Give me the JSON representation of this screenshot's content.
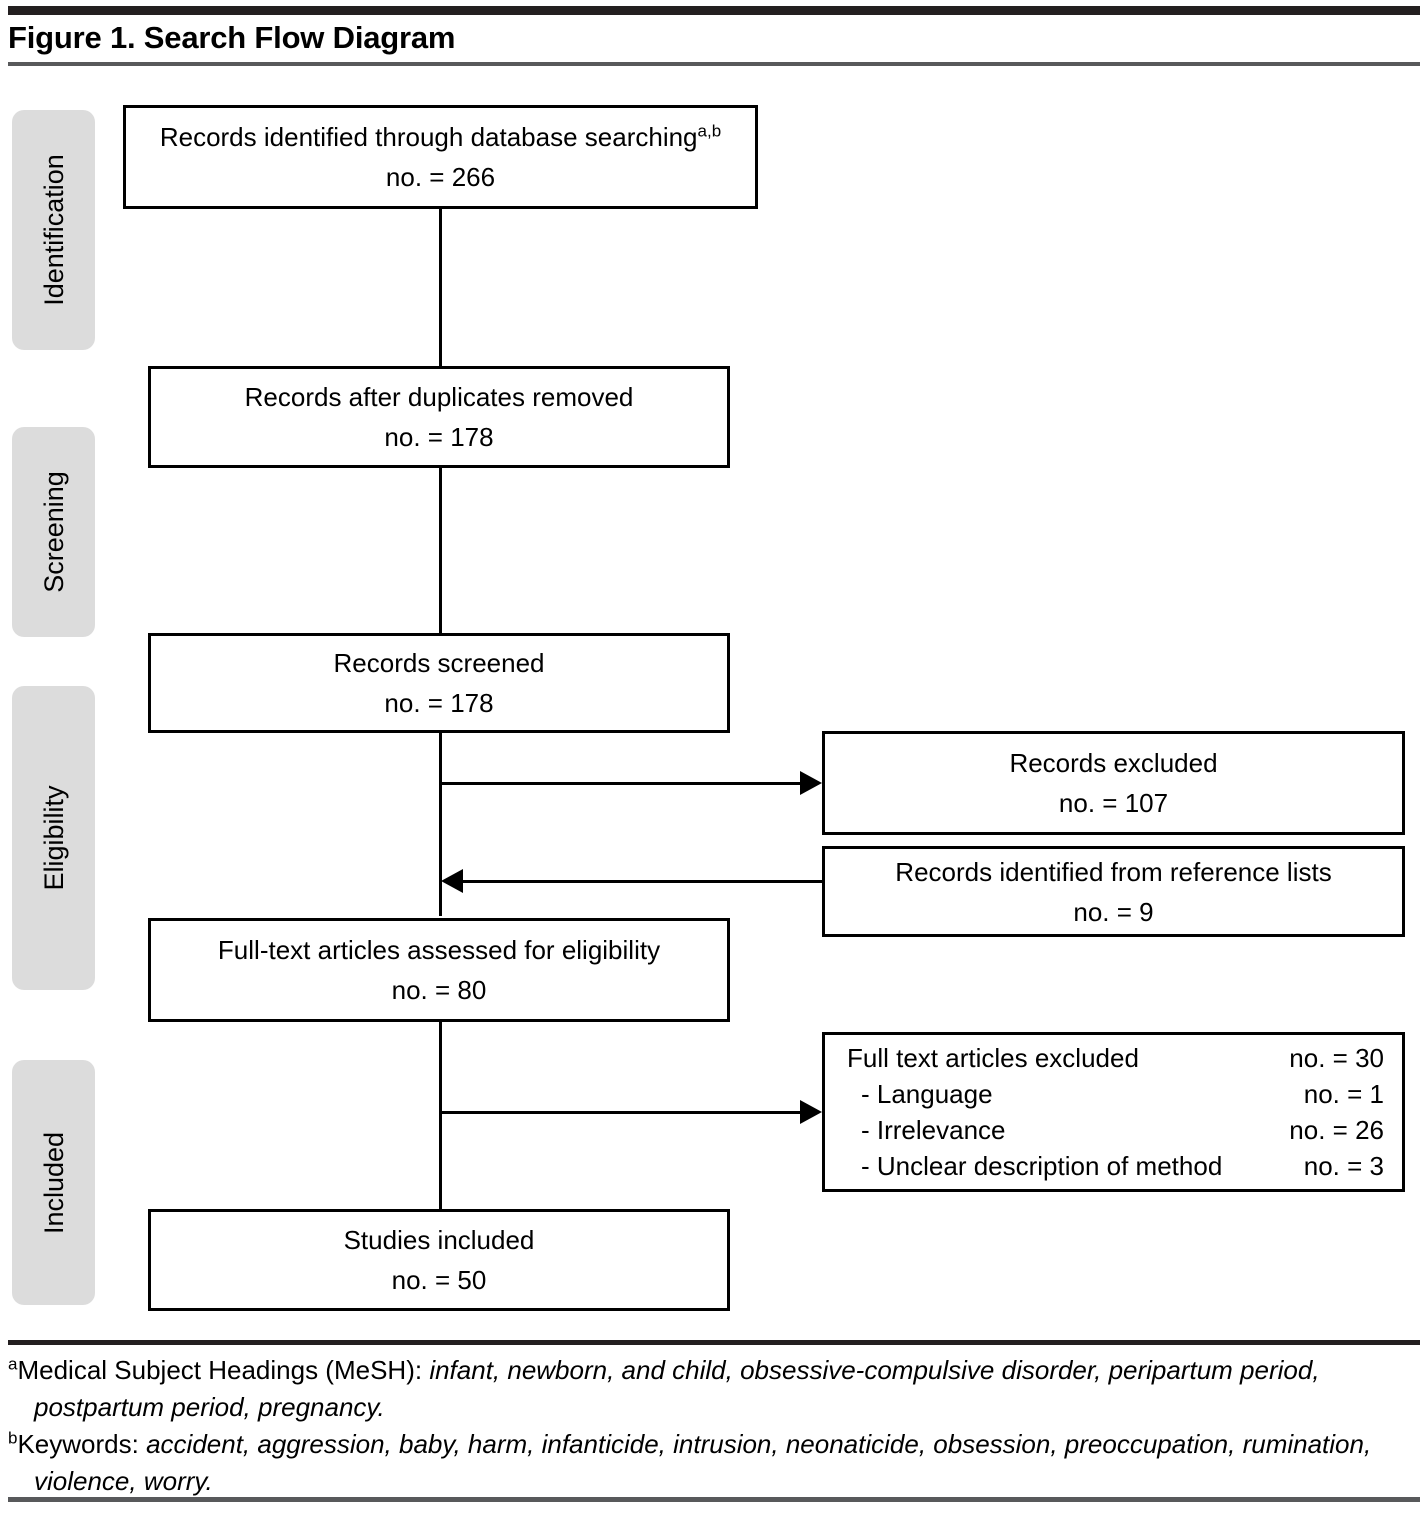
{
  "figure": {
    "title": "Figure 1. Search Flow Diagram"
  },
  "stages": [
    {
      "id": "identification",
      "label": "Identification"
    },
    {
      "id": "screening",
      "label": "Screening"
    },
    {
      "id": "eligibility",
      "label": "Eligibility"
    },
    {
      "id": "included",
      "label": "Included"
    }
  ],
  "flow": {
    "identified": {
      "line1": "Records identified through database searching",
      "sup": "a,b",
      "line2": "no. = 266"
    },
    "after_duplicates": {
      "line1": "Records after duplicates removed",
      "line2": "no. = 178"
    },
    "screened": {
      "line1": "Records screened",
      "line2": "no. = 178"
    },
    "excluded": {
      "line1": "Records excluded",
      "line2": "no. = 107"
    },
    "from_references": {
      "line1": "Records identified from reference lists",
      "line2": "no. = 9"
    },
    "fulltext_assessed": {
      "line1": "Full-text articles assessed for eligibility",
      "line2": "no. = 80"
    },
    "fulltext_excluded": {
      "rows": [
        {
          "label": "Full text articles excluded",
          "num": "no. = 30",
          "sub": false
        },
        {
          "label": "-  Language",
          "num": "no. = 1",
          "sub": true
        },
        {
          "label": "-  Irrelevance",
          "num": "no. = 26",
          "sub": true
        },
        {
          "label": "-  Unclear description of method",
          "num": "no. = 3",
          "sub": true
        }
      ]
    },
    "included": {
      "line1": "Studies included",
      "line2": "no. = 50"
    }
  },
  "footnotes": {
    "a": {
      "marker": "a",
      "plain": "Medical Subject Headings (MeSH): ",
      "italic": "infant, newborn, and child, obsessive-compulsive disorder, peripartum period, postpartum period, pregnancy."
    },
    "b": {
      "marker": "b",
      "plain": "Keywords: ",
      "italic": "accident, aggression, baby, harm, infanticide, intrusion, neonaticide, obsession, preoccupation, rumination, violence, worry."
    }
  },
  "colors": {
    "rule_dark": "#231f20",
    "rule_gray": "#58595b",
    "stage_fill": "#dcdcdc",
    "box_border": "#000000"
  }
}
